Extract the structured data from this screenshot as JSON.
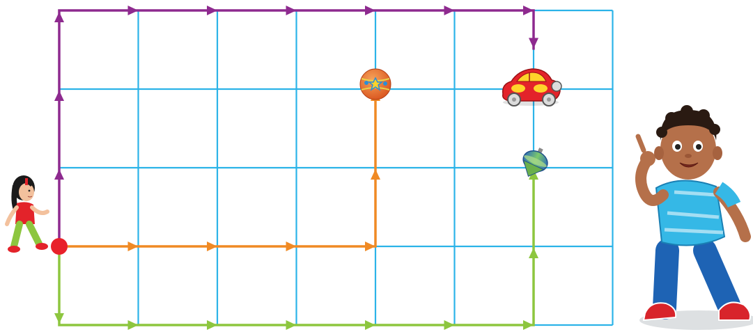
{
  "diagram": {
    "grid_columns": 7,
    "grid_rows": 4,
    "colors": {
      "grid": "#2bb3e8",
      "path_purple": "#8e2a8f",
      "path_orange": "#f08a24",
      "path_green": "#8dc63f",
      "start_dot": "#e8212a"
    },
    "start": {
      "col": 0,
      "row": 3
    },
    "paths": [
      {
        "name": "purple-path",
        "color": "#8e2a8f",
        "target": "toy-car",
        "points": [
          [
            0,
            3
          ],
          [
            0,
            0
          ],
          [
            6,
            0
          ],
          [
            6,
            0.5
          ]
        ]
      },
      {
        "name": "orange-path",
        "color": "#f08a24",
        "target": "ball",
        "points": [
          [
            0,
            3
          ],
          [
            4,
            3
          ],
          [
            4,
            1
          ]
        ]
      },
      {
        "name": "green-path",
        "color": "#8dc63f",
        "target": "spinning-top",
        "points": [
          [
            0,
            3
          ],
          [
            0,
            4
          ],
          [
            6,
            4
          ],
          [
            6,
            2
          ]
        ]
      }
    ],
    "objects": [
      {
        "name": "ball",
        "icon": "ball-icon",
        "col": 4,
        "row": 1
      },
      {
        "name": "toy-car",
        "icon": "toy-car-icon",
        "col": 6,
        "row": 1
      },
      {
        "name": "spinning-top",
        "icon": "spinning-top-icon",
        "col": 6,
        "row": 2
      }
    ],
    "characters": [
      {
        "name": "girl-figure",
        "icon": "girl-walking-icon"
      },
      {
        "name": "boy-figure",
        "icon": "boy-pointing-icon"
      }
    ]
  }
}
